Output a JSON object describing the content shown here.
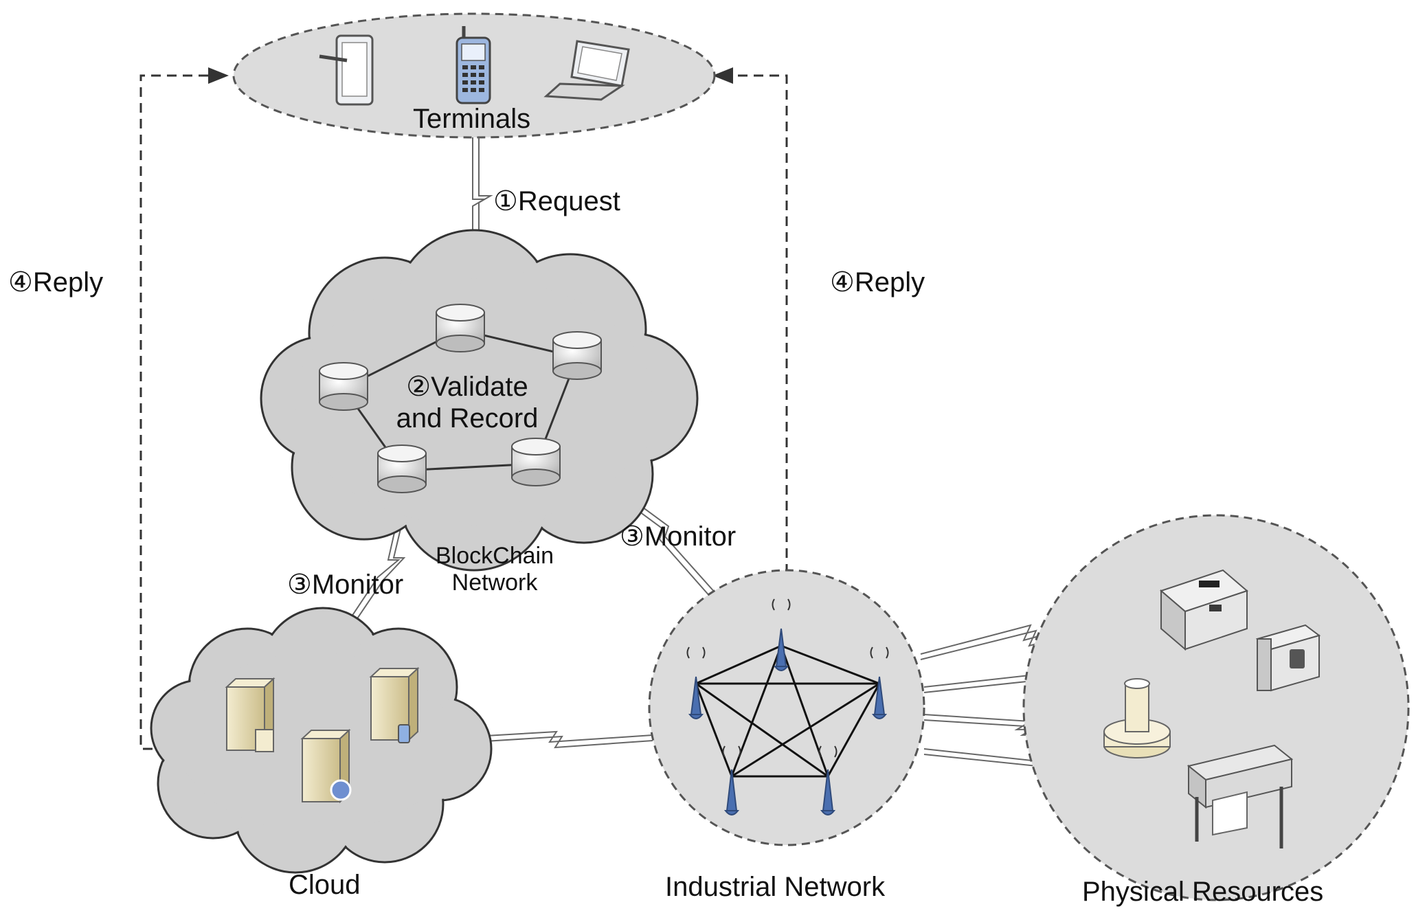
{
  "nodes": {
    "terminals": "Terminals",
    "blockchain": [
      "BlockChain",
      "Network"
    ],
    "cloud": "Cloud",
    "industrial": "Industrial Network",
    "physical": "Physical Resources"
  },
  "steps": {
    "request": "①Request",
    "validate": [
      "②Validate",
      "and Record"
    ],
    "monitor_left": "③Monitor",
    "monitor_right": "③Monitor",
    "reply_left": "④Reply",
    "reply_right": "④Reply"
  },
  "icons": {
    "terminals": [
      "tablet-icon",
      "mobile-phone-icon",
      "laptop-icon"
    ],
    "blockchain": [
      "blockchain-node-icon"
    ],
    "cloud": [
      "server-icon"
    ],
    "industrial": [
      "antenna-tower-icon"
    ],
    "physical": [
      "printer-icon",
      "camera-icon",
      "robot-arm-icon",
      "plotter-icon"
    ]
  },
  "colors": {
    "shape_fill": "#dcdcdc",
    "outline": "#555555",
    "antenna": "#4a6fb0",
    "server": "#e8dcb0"
  }
}
